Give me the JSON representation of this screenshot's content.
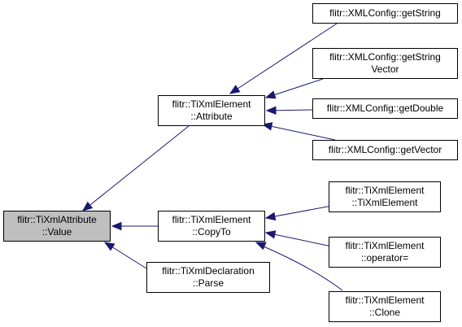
{
  "colors": {
    "edge": "#191970",
    "current_fill": "#bfbfbf",
    "border": "#000000"
  },
  "nodes": {
    "value": {
      "lines": [
        "flitr::TiXmlAttribute",
        "::Value"
      ]
    },
    "attribute": {
      "lines": [
        "flitr::TiXmlElement",
        "::Attribute"
      ]
    },
    "copyto": {
      "lines": [
        "flitr::TiXmlElement",
        "::CopyTo"
      ]
    },
    "parse": {
      "lines": [
        "flitr::TiXmlDeclaration",
        "::Parse"
      ]
    },
    "getstring": {
      "lines": [
        "flitr::XMLConfig::getString"
      ]
    },
    "getstringvec": {
      "lines": [
        "flitr::XMLConfig::getString",
        "Vector"
      ]
    },
    "getdouble": {
      "lines": [
        "flitr::XMLConfig::getDouble"
      ]
    },
    "getvector": {
      "lines": [
        "flitr::XMLConfig::getVector"
      ]
    },
    "ctor": {
      "lines": [
        "flitr::TiXmlElement",
        "::TiXmlElement"
      ]
    },
    "operator": {
      "lines": [
        "flitr::TiXmlElement",
        "::operator="
      ]
    },
    "clone": {
      "lines": [
        "flitr::TiXmlElement",
        "::Clone"
      ]
    }
  },
  "edges": [
    {
      "from": "attribute",
      "to": "value"
    },
    {
      "from": "copyto",
      "to": "value"
    },
    {
      "from": "parse",
      "to": "value"
    },
    {
      "from": "getstring",
      "to": "attribute"
    },
    {
      "from": "getstringvec",
      "to": "attribute"
    },
    {
      "from": "getdouble",
      "to": "attribute"
    },
    {
      "from": "getvector",
      "to": "attribute"
    },
    {
      "from": "ctor",
      "to": "copyto"
    },
    {
      "from": "operator",
      "to": "copyto"
    },
    {
      "from": "clone",
      "to": "copyto"
    }
  ]
}
